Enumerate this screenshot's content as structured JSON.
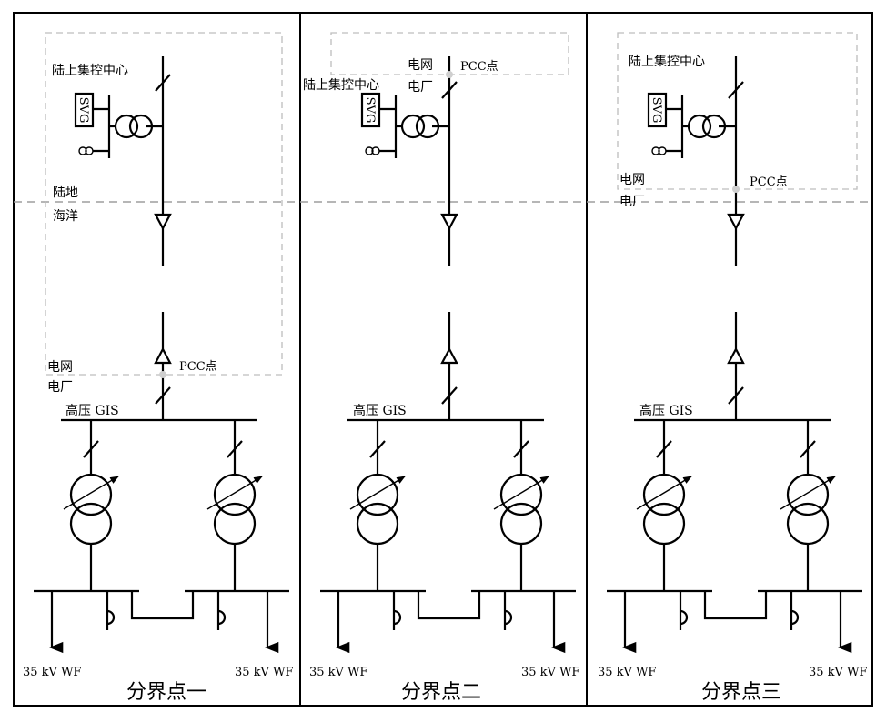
{
  "labels": {
    "onshore_center": "陆上集控中心",
    "land": "陆地",
    "ocean": "海洋",
    "grid": "电网",
    "plant": "电厂",
    "pcc": "PCC点",
    "hv_gis": "高压 GIS",
    "svg": "SVG",
    "wf_left": "35 kV WF",
    "wf_right": "35 kV WF"
  },
  "panels": [
    {
      "caption": "分界点一"
    },
    {
      "caption": "分界点二"
    },
    {
      "caption": "分界点三"
    }
  ]
}
